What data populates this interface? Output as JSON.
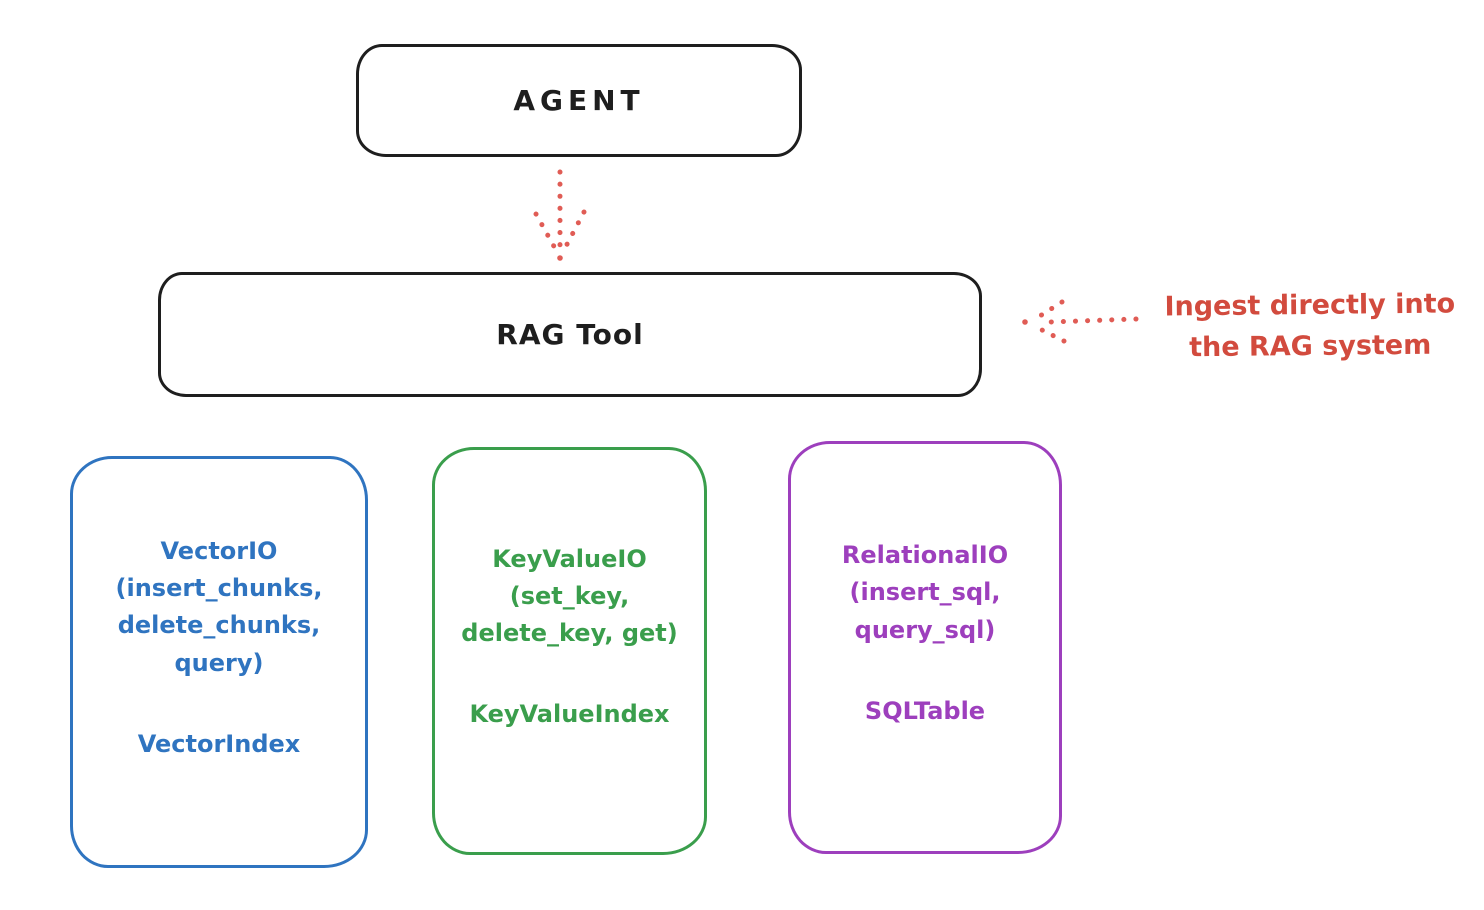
{
  "colors": {
    "background": "#ffffff",
    "ink": "#1e1e1e",
    "blue": "#2f74c0",
    "green": "#3a9e4c",
    "purple": "#9d3fbd",
    "red": "#d24b3e",
    "red_light": "#e05c55"
  },
  "nodes": {
    "agent": {
      "label": "AGENT",
      "color": "#1e1e1e"
    },
    "rag_tool": {
      "label": "RAG Tool",
      "color": "#1e1e1e"
    },
    "vector": {
      "lines": [
        "VectorIO",
        "(insert_chunks,",
        "delete_chunks,",
        "query)"
      ],
      "index_label": "VectorIndex",
      "color": "#2f74c0"
    },
    "keyvalue": {
      "lines": [
        "KeyValueIO",
        "(set_key,",
        "delete_key, get)"
      ],
      "index_label": "KeyValueIndex",
      "color": "#3a9e4c"
    },
    "relational": {
      "lines": [
        "RelationalIO",
        "(insert_sql,",
        "query_sql)"
      ],
      "index_label": "SQLTable",
      "color": "#9d3fbd"
    }
  },
  "annotation": {
    "lines": [
      "Ingest directly into",
      "the RAG system"
    ],
    "color": "#d24b3e"
  },
  "connectors": [
    {
      "name": "agent-to-rag-tool",
      "from": "agent",
      "to": "rag_tool",
      "style": "dotted-arrow",
      "color": "#e05c55"
    },
    {
      "name": "annotation-to-rag-tool",
      "from": "annotation",
      "to": "rag_tool",
      "style": "dotted-arrow",
      "color": "#e05c55"
    }
  ]
}
